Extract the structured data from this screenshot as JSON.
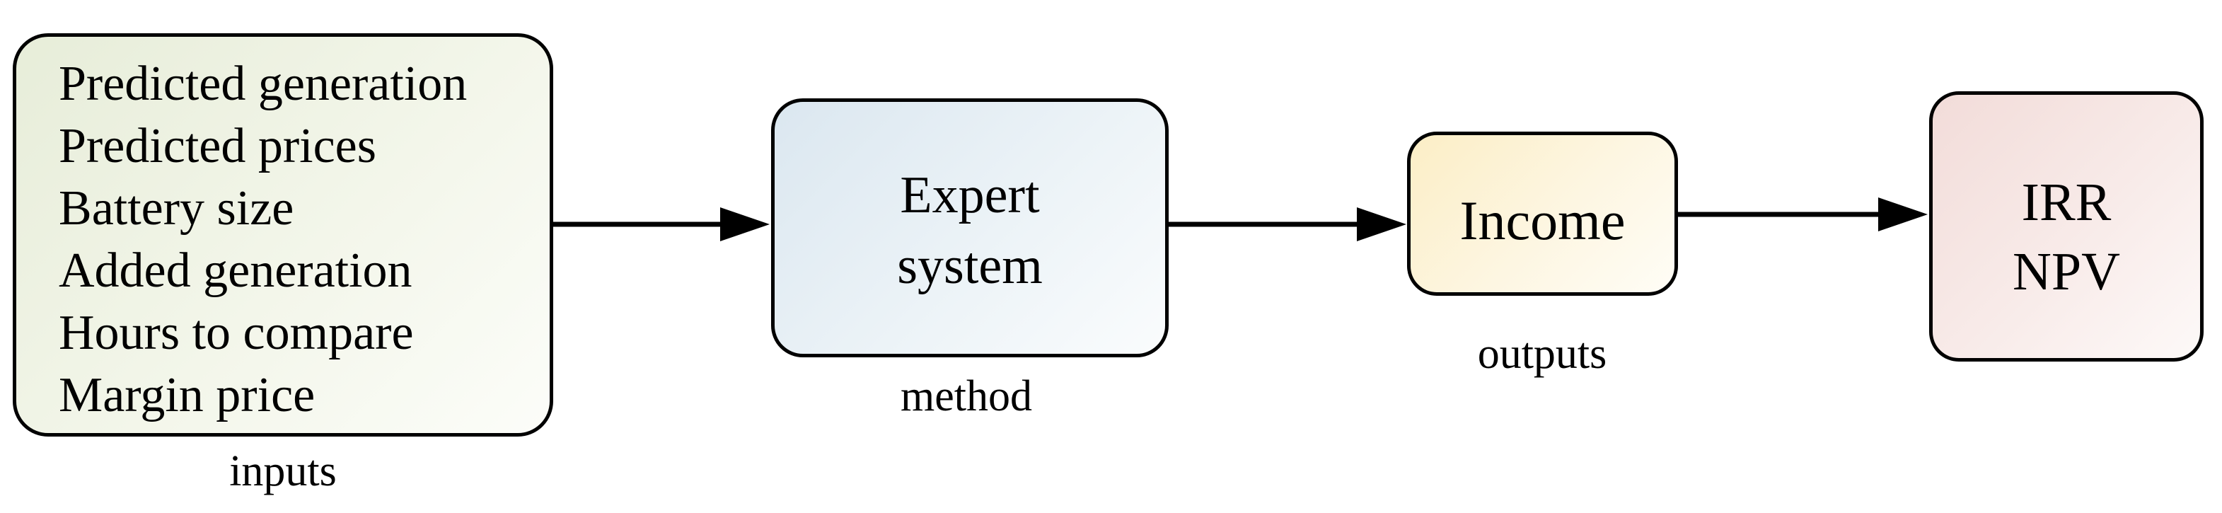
{
  "figure": {
    "background": "#ffffff",
    "border_color": "#000000",
    "connector_color": "#000000",
    "boxes": {
      "inputs": {
        "items": [
          "Predicted generation",
          "Predicted prices",
          "Battery size",
          "Added generation",
          "Hours to compare",
          "Margin price"
        ],
        "label": "inputs",
        "fill_top_left": "#e7edd9",
        "fill_bottom_right": "#fcfdf9"
      },
      "method": {
        "line1": "Expert",
        "line2": "system",
        "label": "method",
        "fill_top_left": "#dbe7f0",
        "fill_bottom_right": "#fafcfd"
      },
      "outputs": {
        "line1": "Income",
        "label": "outputs",
        "fill_top_left": "#fceec6",
        "fill_bottom_right": "#fffdf6"
      },
      "result": {
        "line1": "IRR",
        "line2": "NPV",
        "fill_top_left": "#f2dcd9",
        "fill_bottom_right": "#fdf9f8"
      }
    }
  }
}
